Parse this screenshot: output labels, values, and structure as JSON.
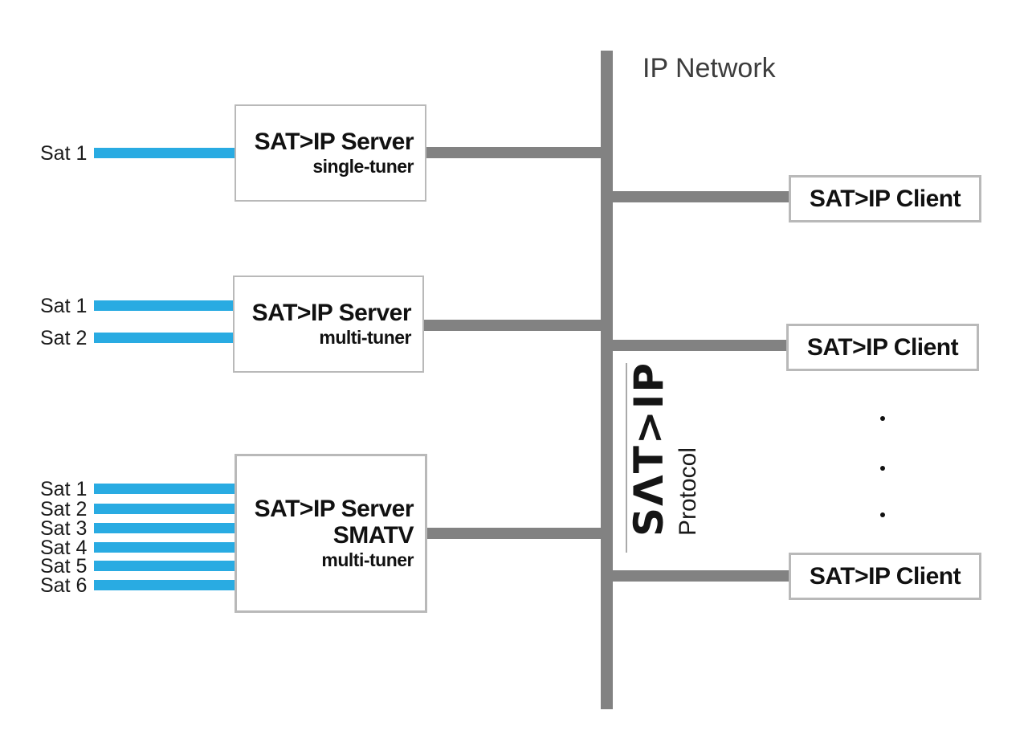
{
  "network": {
    "label": "IP Network"
  },
  "protocol": {
    "logo_text": "SΛT>IP",
    "label": "Protocol"
  },
  "servers": [
    {
      "title": "SAT>IP Server",
      "subtitle": "single-tuner",
      "feeds": [
        "Sat 1"
      ]
    },
    {
      "title": "SAT>IP Server",
      "subtitle": "multi-tuner",
      "feeds": [
        "Sat 1",
        "Sat 2"
      ]
    },
    {
      "title": "SAT>IP Server",
      "mid": "SMATV",
      "subtitle": "multi-tuner",
      "feeds": [
        "Sat 1",
        "Sat 2",
        "Sat 3",
        "Sat 4",
        "Sat 5",
        "Sat 6"
      ]
    }
  ],
  "clients": [
    {
      "label": "SAT>IP Client"
    },
    {
      "label": "SAT>IP Client"
    },
    {
      "label": "SAT>IP Client"
    }
  ],
  "ellipsis_dot_count": 3,
  "colors": {
    "feed_blue": "#29ABE2",
    "line_gray": "#828282",
    "border_gray": "#B9B9B9"
  }
}
